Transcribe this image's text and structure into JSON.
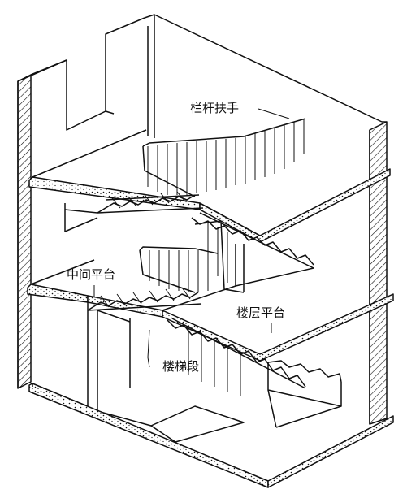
{
  "labels": {
    "railing": "栏杆扶手",
    "middle_landing": "中间平台",
    "floor_landing": "楼层平台",
    "stair_flight": "楼梯段"
  },
  "colors": {
    "ink": "#111111",
    "paper": "#ffffff"
  }
}
